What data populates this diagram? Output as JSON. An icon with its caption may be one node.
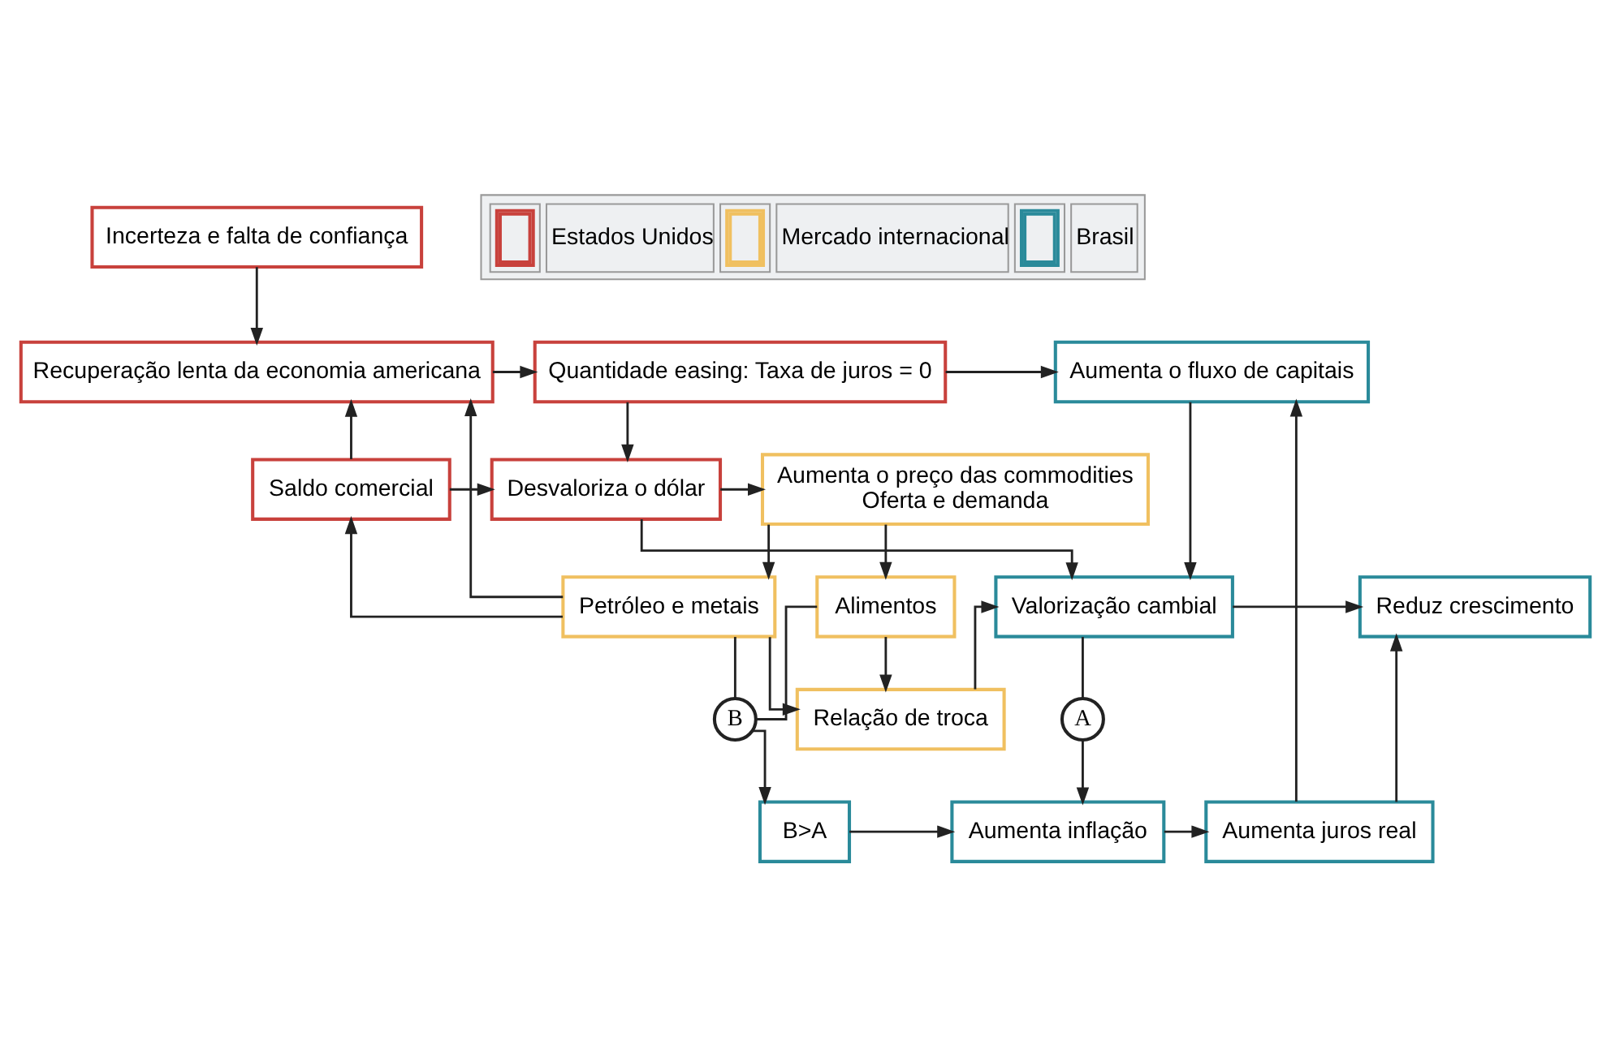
{
  "diagram": {
    "nodes": [
      {
        "text": [
          "Incerteza e falta de confiança"
        ]
      },
      {
        "text": [
          "Recuperação lenta da economia americana"
        ]
      },
      {
        "text": [
          "Quantidade easing: Taxa de juros = 0"
        ]
      },
      {
        "text": [
          "Aumenta o fluxo de capitais"
        ]
      },
      {
        "text": [
          "Saldo comercial"
        ]
      },
      {
        "text": [
          "Aumenta o preço das commodities",
          "Oferta e demanda"
        ]
      },
      {
        "text": [
          "Desvaloriza o dólar"
        ]
      },
      {
        "text": [
          "Petróleo e metais"
        ]
      },
      {
        "text": [
          "Alimentos"
        ]
      },
      {
        "text": [
          "Valorização cambial"
        ]
      },
      {
        "text": [
          "Reduz crescimento"
        ]
      },
      {
        "text": [
          "Relação de troca"
        ]
      },
      {
        "text": [
          "B"
        ]
      },
      {
        "text": [
          "A"
        ]
      },
      {
        "text": [
          "B>A"
        ]
      },
      {
        "text": [
          "Aumenta inflação"
        ]
      },
      {
        "text": [
          "Aumenta juros real"
        ]
      }
    ],
    "edges": [
      {
        "from": 0,
        "to": 1,
        "arrow": "to"
      },
      {
        "from": 1,
        "to": 2,
        "arrow": "to"
      },
      {
        "from": 2,
        "to": 3,
        "arrow": "to"
      },
      {
        "from": 2,
        "to": 6,
        "arrow": "to"
      },
      {
        "from": 4,
        "to": 1,
        "arrow": "to"
      },
      {
        "from": 4,
        "to": 6,
        "arrow": "to"
      },
      {
        "from": 6,
        "to": 5,
        "arrow": "to"
      },
      {
        "from": 5,
        "to": 7,
        "arrow": "to"
      },
      {
        "from": 5,
        "to": 8,
        "arrow": "to"
      },
      {
        "from": 7,
        "to": 4,
        "arrow": "to"
      },
      {
        "from": 7,
        "to": 1,
        "arrow": "to"
      },
      {
        "from": 6,
        "to": 9,
        "arrow": "to"
      },
      {
        "from": 3,
        "to": 9,
        "arrow": "to"
      },
      {
        "from": 9,
        "to": 10,
        "arrow": "to"
      },
      {
        "from": 7,
        "to": 11,
        "arrow": "to"
      },
      {
        "from": 8,
        "to": 11,
        "arrow": "to"
      },
      {
        "from": 11,
        "to": 9,
        "arrow": "to"
      },
      {
        "from": 7,
        "to": 12,
        "arrow": "none"
      },
      {
        "from": 8,
        "to": 12,
        "arrow": "none"
      },
      {
        "from": 12,
        "to": 14,
        "arrow": "to"
      },
      {
        "from": 9,
        "to": 13,
        "arrow": "none"
      },
      {
        "from": 13,
        "to": 15,
        "arrow": "to"
      },
      {
        "from": 14,
        "to": 15,
        "arrow": "to"
      },
      {
        "from": 15,
        "to": 16,
        "arrow": "to"
      },
      {
        "from": 16,
        "to": 10,
        "arrow": "to"
      },
      {
        "from": 16,
        "to": 3,
        "arrow": "to"
      }
    ],
    "legend": [
      {
        "text": "Estados Unidos",
        "color": "#c8413c"
      },
      {
        "text": "Mercado internacional",
        "color": "#f0c060"
      },
      {
        "text": "Brasil",
        "color": "#2a8a9a"
      }
    ]
  }
}
